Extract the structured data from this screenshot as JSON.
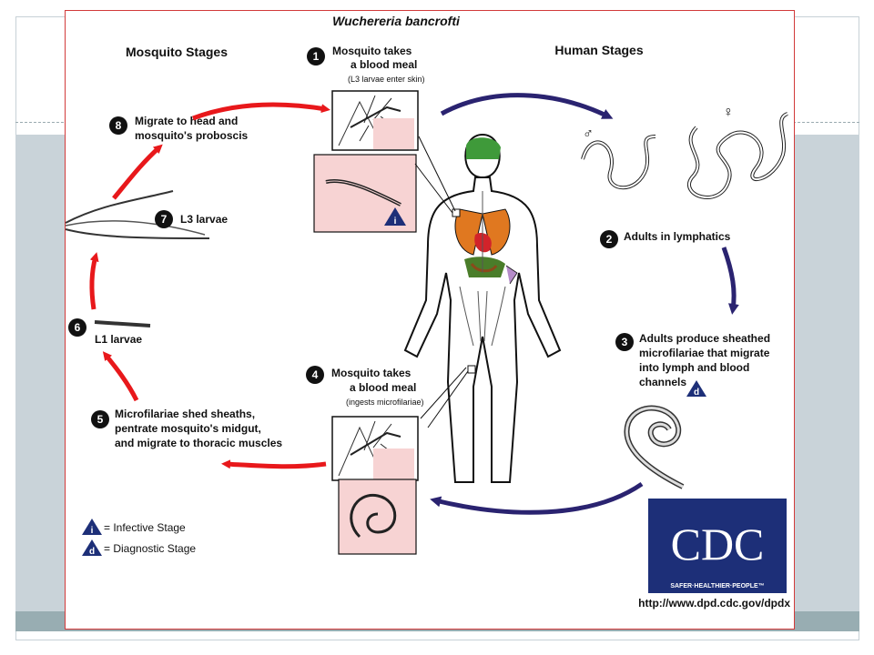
{
  "title": "Wuchereria bancrofti",
  "sections": {
    "mosquito": "Mosquito Stages",
    "human": "Human Stages"
  },
  "stages": [
    {
      "num": "1",
      "lines": [
        "Mosquito takes",
        "a blood meal"
      ],
      "sub": "(L3 larvae enter skin)"
    },
    {
      "num": "2",
      "lines": [
        "Adults in lymphatics"
      ],
      "sub": ""
    },
    {
      "num": "3",
      "lines": [
        "Adults produce sheathed",
        "microfilariae that migrate",
        "into lymph and blood",
        "channels"
      ],
      "sub": ""
    },
    {
      "num": "4",
      "lines": [
        "Mosquito takes",
        "a blood meal"
      ],
      "sub": "(ingests microfilariae)"
    },
    {
      "num": "5",
      "lines": [
        "Microfilariae shed sheaths,",
        "pentrate mosquito's midgut,",
        "and migrate to thoracic muscles"
      ],
      "sub": ""
    },
    {
      "num": "6",
      "lines": [
        "L1 larvae"
      ],
      "sub": ""
    },
    {
      "num": "7",
      "lines": [
        "L3 larvae"
      ],
      "sub": ""
    },
    {
      "num": "8",
      "lines": [
        "Migrate to head and",
        "mosquito's proboscis"
      ],
      "sub": ""
    }
  ],
  "legend": {
    "infective_symbol": "i",
    "infective": "= Infective Stage",
    "diagnostic_symbol": "d",
    "diagnostic": "= Diagnostic Stage"
  },
  "sex_symbols": {
    "male": "♂",
    "female": "♀"
  },
  "logo": {
    "text": "CDC",
    "tagline": "SAFER·HEALTHIER·PEOPLE™"
  },
  "url": "http://www.dpd.cdc.gov/dpdx",
  "colors": {
    "mosquito_arrow": "#e8181b",
    "human_arrow": "#2a2370",
    "cdc_blue": "#1d2f78",
    "panel_border": "#d23a3a",
    "inset_pink": "#f7d3d3",
    "lung_orange": "#e07820",
    "brain_green": "#3f9a3a",
    "heart_red": "#d2232a"
  }
}
